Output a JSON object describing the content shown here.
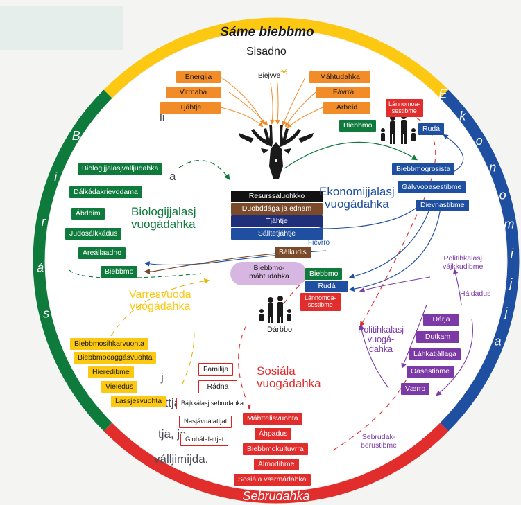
{
  "colors": {
    "green": "#0e7a3c",
    "yellow": "#fcc812",
    "blue": "#1f4fa0",
    "red": "#e22d2d",
    "purple": "#7b3aa6",
    "orange": "#f28c28",
    "brown": "#7a4a2a"
  },
  "page_side_text": {
    "line1": "li",
    "line2": "a",
    "line3": "j",
    "line4": "attjat",
    "line5": "tja, ja",
    "line6": "válljimijda."
  },
  "ring": {
    "top_label": "Sáme biebbmo",
    "bottom_label": "Sebrudahka",
    "left_letters": [
      "B",
      "i",
      "r",
      "á",
      "s"
    ],
    "right_letters": [
      "E",
      "k",
      "o",
      "n",
      "o",
      "m",
      "i",
      "j",
      "j",
      "a"
    ]
  },
  "center": {
    "sisadno": "Sisadno",
    "biejvve": "Biejvve",
    "stack": [
      "Resurssaluohkko",
      "Duobddága ja ednam",
      "Tjáhtje",
      "Sálltetjáhtje"
    ],
    "biebbmo_mahtudahka": "Biebbmo-\nmáhtudahka",
    "darbbo": "Dárbbo",
    "fievrro": "Fievrro",
    "balkudis": "Bálkudis"
  },
  "inputs_left": [
    "Energija",
    "Virrnaha",
    "Tjáhtje"
  ],
  "inputs_right": [
    "Máhtudahka",
    "Fávrrá",
    "Arbeid"
  ],
  "biology": {
    "title": "Biologijjalasj\nvuogádahka",
    "items": [
      "Biologijjalasjvalljudahka",
      "Dálkádakrievddama",
      "Ábddim",
      "Judosálkkádus",
      "Areállaadno",
      "Biebbmo"
    ]
  },
  "economy": {
    "title": "Ekonomijjalasj\nvuogádahka",
    "top_items": [
      "Lánnomoa-\nsestibme",
      "Biebbmo",
      "Rudá"
    ],
    "items": [
      "Biebbmogrosista",
      "Gálvvooasestibme",
      "Dievnastibme"
    ]
  },
  "center_mid": {
    "items": [
      "Biebbmo",
      "Rudá",
      "Lánnomoa-\nsestibme"
    ]
  },
  "varres": {
    "title": "Varresvuoda\nvuogádahka",
    "items": [
      "Biebbmosihkarvuohta",
      "Biebbmooaggásvuohta",
      "Hieredibme",
      "Vieledus",
      "Lassjesvuohta"
    ]
  },
  "social": {
    "title": "Sosiála\nvuogádahka",
    "white_items": [
      "Familija",
      "Rádna",
      "Bájkkálasj sebrudahka",
      "Nasjávnálattjat",
      "Globálalattjat"
    ],
    "red_items": [
      "Máhttelisvuohta",
      "Áhpadus",
      "Biebbmokultuvrra",
      "Almodibme",
      "Sosiála værmádahka"
    ]
  },
  "politics": {
    "title": "Politihkalasj\nvuogá-\ndahka",
    "side_label": "Politihkalasj\nvájkkudibme",
    "haldadus": "Háldadus",
    "sebrudak": "Sebrudak-\nberustibme",
    "items": [
      "Dárja",
      "Dutkam",
      "Láhkatjállaga",
      "Oasestibme",
      "Værro"
    ]
  }
}
